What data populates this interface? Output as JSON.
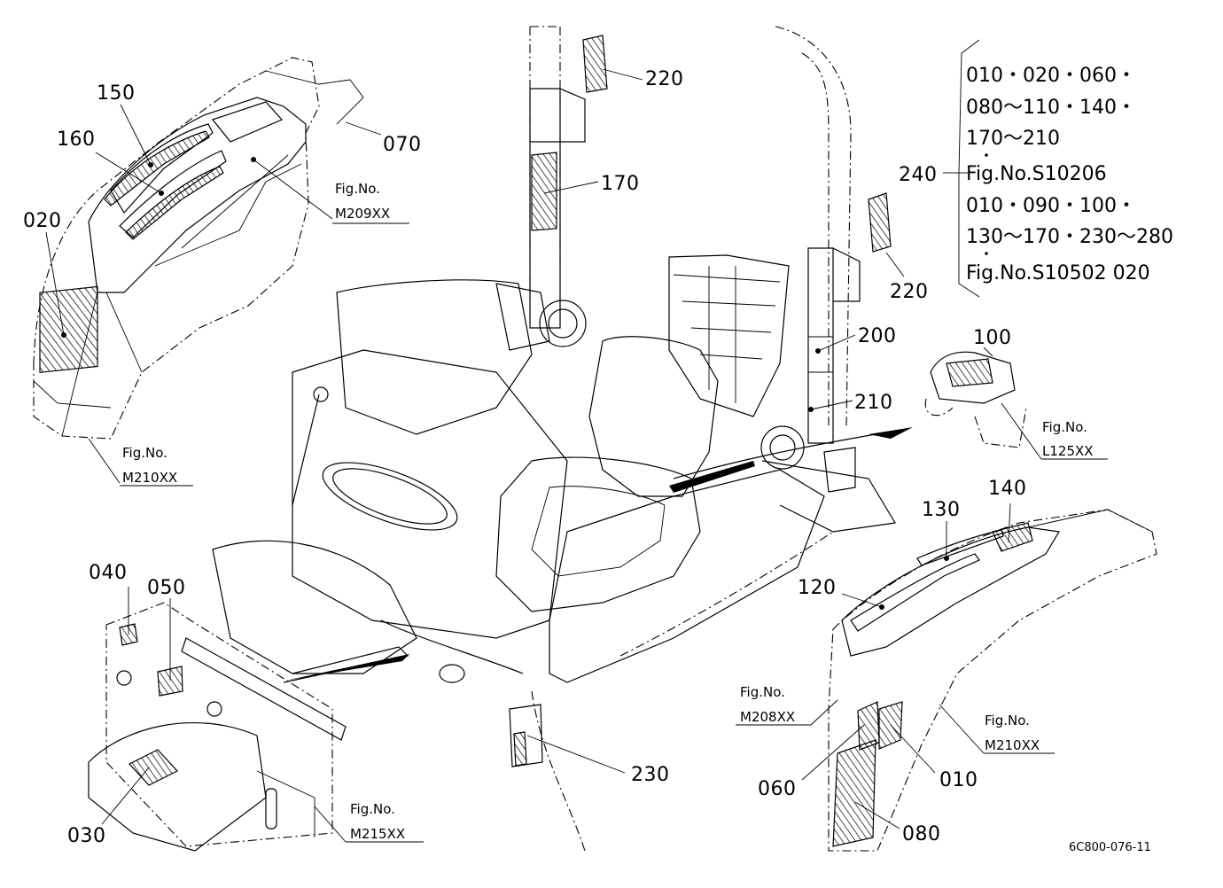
{
  "callouts": {
    "c010_right": "010",
    "c020": "020",
    "c030": "030",
    "c040": "040",
    "c050": "050",
    "c060": "060",
    "c070": "070",
    "c080": "080",
    "c100": "100",
    "c120": "120",
    "c130": "130",
    "c140": "140",
    "c150": "150",
    "c160": "160",
    "c170": "170",
    "c200": "200",
    "c210": "210",
    "c220_top": "220",
    "c220_right": "220",
    "c230": "230",
    "c240": "240"
  },
  "figrefs": {
    "m209": {
      "label": "Fig.No.",
      "code": "M209XX"
    },
    "m210_left": {
      "label": "Fig.No.",
      "code": "M210XX"
    },
    "l125": {
      "label": "Fig.No.",
      "code": "L125XX"
    },
    "m208": {
      "label": "Fig.No.",
      "code": "M208XX"
    },
    "m210_right": {
      "label": "Fig.No.",
      "code": "M210XX"
    },
    "m215": {
      "label": "Fig.No.",
      "code": "M215XX"
    }
  },
  "bracket_lines": [
    "010・020・060・",
    "080～110・140・",
    "170～210",
    "Fig.No.S10206",
    "010・090・100・",
    "130～170・230～280",
    "Fig.No.S10502  020"
  ],
  "drawing_code": "6C800-076-11"
}
